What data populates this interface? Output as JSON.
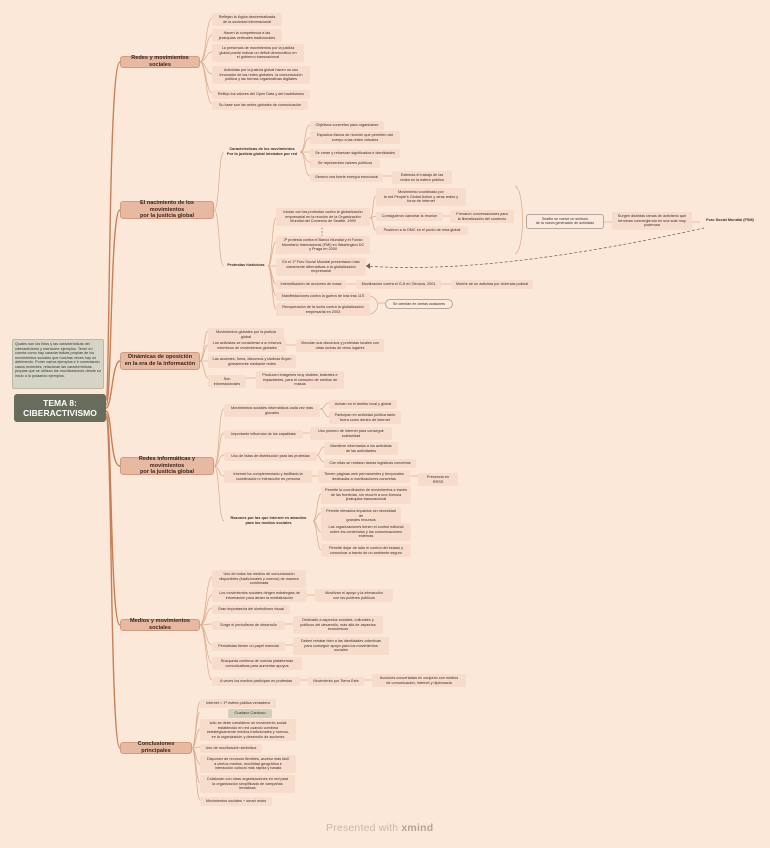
{
  "root": {
    "title": "TEMA 8:\nCIBERACTIVISMO",
    "note": "Quales son los hitos y las características del ciberactivismo y mencione ejemplos. Tener en cuenta como hay características propias de los movimientos sociales que muchas veces hay un detrimento. Poner varios ejemplos e ir conectando casos recientes, relacionar las características propias que se utilizan las movilizaciones desde su inicio a lo postando ejemplos."
  },
  "branches": {
    "redes_mov": "Redes y movimientos sociales",
    "nacimiento": "El nacimiento de los movimientos\npor la justicia global",
    "dinamicas": "Dinámicas de oposición\nen la era de la información",
    "informaticas": "Redes informáticas y movimientos\npor la justicia global",
    "medios": "Medios y movimientos sociales",
    "conclusiones": "Conclusiones principales"
  },
  "redes_mov": [
    "Reflejan la lógica descentralizada\nde la sociedad informacional",
    "Hacen la competencia a las\njerarquías verticales tradicionales",
    "La presencia de movimientos por la justicia\nglobal puede indicar un déficit democrático en\nel gobierno transnacional",
    "Activistas por la justicia global hacen un uso\ninnovador de las redes globales, la comunicación\npolítica y las formas organizativas digitales",
    "Reflejo los valores del Open Data y del hacktivismo",
    "Su base son las redes globales de comunicación"
  ],
  "caracteristicas": {
    "title": "Características de los movimientos\nPor la justicia global iniciados por red",
    "items": [
      "Objetivos concretos para organizarse",
      "Espacios físicos de reunión que permiten dar\ncuerpo a las redes virtuales",
      "Se crean y refuerzan significados e identidades",
      "Se representan valores políticos",
      "Genera una fuerte energía emocional"
    ],
    "energia_sub": "Estimula el trabajo de las\nredes en la esfera pública"
  },
  "protestas": {
    "title": "Protestas históricas",
    "seattle": "Inician con las protestas contra la globalización\nempresarial en la reunión de la Organización\nMundial del Comercio de Seattle, 1999",
    "seattle_subs": [
      "Movimiento coordinado por\nla red People's Global Action y otras redes y\nforos de Internet",
      "Consiguieron cancelar la reunión",
      "Pusieron a la OMC en el punto de mira global"
    ],
    "cancelar_sub": "Frenaron conversaciones para\nla liberalización del comercio",
    "seattle_result": "Seattle se vuelve un símbolo\nde la nueva generación de activistas",
    "forum_desc": "Surgen distintas ramas de activismo que\nterminan convergiendo en una sola muy\npoderosa",
    "forum": "Foro Social Mundial (FSM)",
    "banco": "2ª protesta contra el Banco Mundial y el Fondo\nMonetario Internacional (FMI) en Washington DC\ny Praga en 2000",
    "fsm_first": "En el 1º Foro Social Mundial presentaron más\nclaramente alternativas a la globalización\nempresarial",
    "intensificacion": "Intensificación de acciones de masa",
    "genova": "Movilización contra el G-8 en Génova, 2001",
    "muerte": "Muerte de un activista por violencia policial",
    "irak": "Manifestaciones contra la guerra de Irak tras 11S",
    "recuperacion": "Recuperación de la lucha contra la globalización\nempresarial en 2003",
    "crisis_note": "Se orientan en ciertas ocasiones"
  },
  "dinamicas": [
    "Movimientos globales por la justicia global",
    "Los activistas se consideran a sí mismos\nmiembros de movimientos globales",
    "Las acciones, foros, discursos y tácticas fluyen\nglobalmente mediante redes",
    "Son informacionales"
  ],
  "dinamicas_subs": {
    "vinculan": "Vinculan sus discursos y protestas locales con\notras luchas de otros lugares",
    "producen": "Producen imágenes muy visibles, teatrales e\nimpactantes, para el consumo de medios de\nmasas"
  },
  "informaticas": {
    "items": [
      "Movimientos sociales informáticos cada vez más\nglocales",
      "Importante influencia de los zapatistas",
      "Uso de listas de distribución para las protestas",
      "Internet ha complementado y facilitado la\ncoordinación e interacción en persona"
    ],
    "glocales_subs": [
      "Actúan en el ámbito local y global",
      "Participan en actividad política tanto\nfuera como dentro de internet"
    ],
    "zapatistas_sub": "Uso pionero de internet para conseguir\nsolidaridad",
    "listas_subs": [
      "Mantiene informados a los activistas\nde las actividades",
      "Con ellas se realizan tareas logísticas concretas"
    ],
    "complementado_sub": "Tienen páginas web permanentes y temporales\ndedicadas a movilizaciones concretas",
    "presencia": "Presencia en RRSS",
    "razones_title": "Razones por las que internet es atractivo\npara los medios sociales",
    "razones": [
      "Permite la coordinación de movimientos a través\nde las fronteras, sin recurrir a una fórmula\njerárquica transnacional",
      "Permite elevados impactos sin necesidad de\ngrandes recursos",
      "Las organizaciones tienen el control editorial\nsobre los contenidos y las comunicaciones\nexternas",
      "Permite dejar de lado el control del estado y\ncomunicar a través de un ambiente seguro"
    ]
  },
  "medios": {
    "items": [
      "Uso de todos los medios de comunicación\ndisponibles (tradicionales y nuevos) de manera\ncombinada",
      "Los movimientos sociales dirigen estrategias de\ninformación para atraer la mediatización",
      "Gran importancia del simbolismo visual",
      "Surge el periodismo de desarrollo",
      "Periodistas tienen un papel esencial",
      "Búsqueda continua de nuevas plataformas\ncomunicativas para aumentar apoyos",
      "A veces los medios participan en protestas"
    ],
    "movilizan": "Movilizan el apoyo y la interacción\ncon los poderes públicos",
    "dedicado": "Dedicado a aspectos sociales, culturales y\npolíticos del desarrollo, más allá de aspectos\neconómicos",
    "deben": "Deben retratar bien a las identidades colectivas\npara conseguir apoyo para los movimientos\nsociales",
    "movimiento_tierra": "Movimiento por Tierra Este",
    "acciones": "Acciones concertadas en conjunto con medios\nde comunicación, internet y diplomacia"
  },
  "conclusiones": {
    "items": [
      "Internet = 1ª esfera pública verdadera",
      "Gustavo Cardoso",
      "sólo se debe considerar un movimiento social\nestablecido en red cuando combina\nestratégicamente medios tradicionales y nuevos,\nen la organización y desarrollo de acciones",
      "Uso de movilización simbólica",
      "Disponen de recursos flexibles, acceso más fácil\na ciertos medios, movilidad geográfica e\ninteracción cultural más rápida y barata",
      "Colaboran con otras organizaciones en red para\nla organización simplificada de campañas\ntemáticas",
      "Movimientos sociales + smart mobs"
    ]
  },
  "footer": {
    "presented": "Presented with",
    "brand": "xmind"
  }
}
